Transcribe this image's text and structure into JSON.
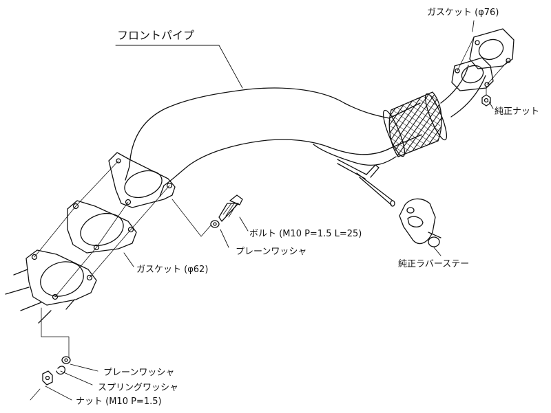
{
  "labels": {
    "front_pipe": "フロントパイプ",
    "gasket_76": "ガスケット (φ76)",
    "genuine_nut": "純正ナット",
    "bolt": "ボルト (M10 P=1.5 L=25)",
    "plain_washer_mid": "プレーンワッシャ",
    "gasket_62": "ガスケット (φ62)",
    "genuine_rubber_stay": "純正ラバーステー",
    "plain_washer_bottom": "プレーンワッシャ",
    "spring_washer": "スプリングワッシャ",
    "nut": "ナット (M10 P=1.5)"
  },
  "colors": {
    "line": "#111111",
    "background": "#ffffff"
  }
}
